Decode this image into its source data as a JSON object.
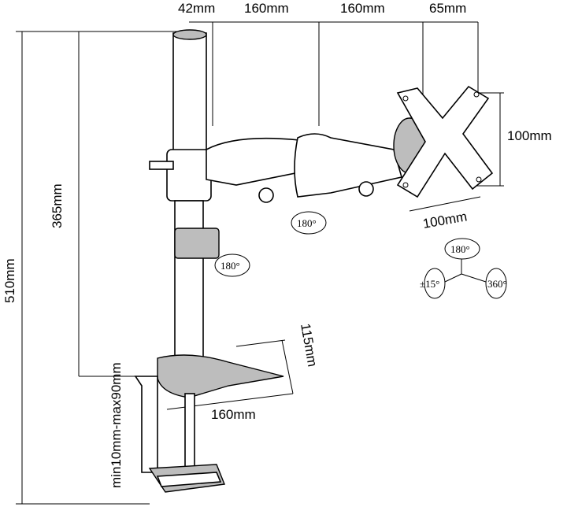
{
  "title": "Monitor arm dimension drawing",
  "dimensions": {
    "pole_offset": "42mm",
    "arm1": "160mm",
    "arm2": "160mm",
    "head": "65mm",
    "vesa_height": "100mm",
    "vesa_width": "100mm",
    "arm_height": "365mm",
    "total_height": "510mm",
    "base_depth": "115mm",
    "base_width": "160mm",
    "clamp_range": "min10mm-max90mm"
  },
  "rotations": {
    "arm_joint": "180°",
    "pole": "180°",
    "head_swivel": "180°",
    "tilt": "±15°",
    "rotate": "360°"
  }
}
